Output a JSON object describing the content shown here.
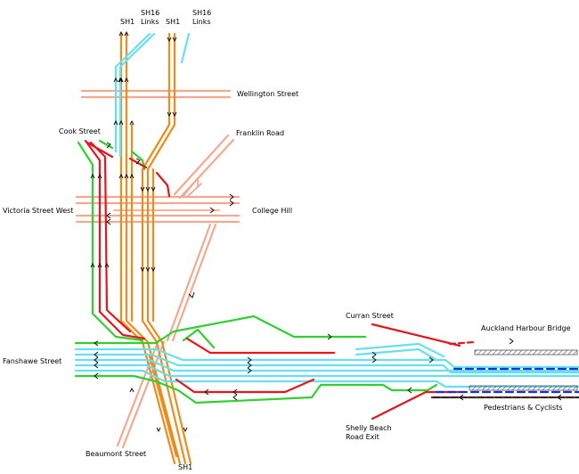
{
  "colors": {
    "sh1": "#f08a1a",
    "sh16": "#66e0f0",
    "local": "#f4a890",
    "ramp_red": "#e8151a",
    "ramp_green": "#2fd02f",
    "bus_lane": "#1c2fe0",
    "path_dark": "#2a2a2a",
    "hatch": "#555555"
  },
  "labels": {
    "sh1_north_a": "SH1",
    "sh16_north_a_line1": "SH16",
    "sh16_north_a_line2": "Links",
    "sh1_north_b": "SH1",
    "sh16_north_b_line1": "SH16",
    "sh16_north_b_line2": "Links",
    "wellington": "Wellington Street",
    "cook": "Cook Street",
    "franklin": "Franklin Road",
    "victoria": "Victoria Street West",
    "college_hill": "College Hill",
    "curran": "Curran Street",
    "harbour_bridge": "Auckland Harbour Bridge",
    "fanshawe": "Fanshawe Street",
    "shelly_beach_line1": "Shelly Beach",
    "shelly_beach_line2": "Road Exit",
    "pedestrians": "Pedestrians & Cyclists",
    "beaumont": "Beaumont Street",
    "sh1_south": "SH1"
  }
}
